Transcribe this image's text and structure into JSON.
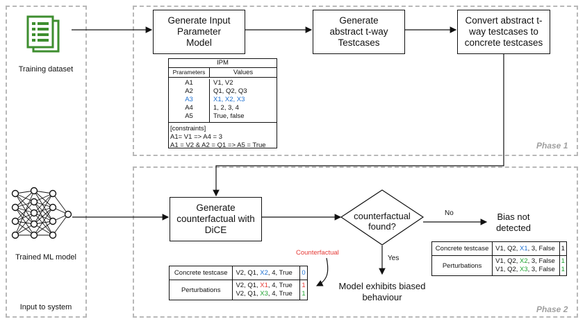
{
  "input": {
    "training_label": "Training dataset",
    "model_label": "Trained ML model",
    "system_label": "Input to system"
  },
  "phase1": {
    "label": "Phase 1",
    "step1": "Generate Input Parameter Model",
    "step2": "Generate abstract t-way Testcases",
    "step3": "Convert abstract t-way testcases to concrete testcases",
    "ipm": {
      "title": "IPM",
      "col_params": "Prarameters",
      "col_values": "Values",
      "rows": [
        {
          "param": "A1",
          "values": "V1, V2"
        },
        {
          "param": "A2",
          "values": "Q1, Q2, Q3"
        },
        {
          "param": "A3",
          "values": "X1, X2, X3"
        },
        {
          "param": "A4",
          "values": "1, 2, 3, 4"
        },
        {
          "param": "A5",
          "values": "True, false"
        }
      ],
      "constraints_title": "[constraints]",
      "constraint1": "A1= V1 => A4 = 3",
      "constraint2": "A1 = V2 & A2 = Q1 => A5 = True"
    }
  },
  "phase2": {
    "label": "Phase 2",
    "generate": "Generate counterfactual with DiCE",
    "decision": "counterfactual found?",
    "no_label": "No",
    "yes_label": "Yes",
    "bias_not": "Bias not detected",
    "biased": "Model exhibits biased behaviour",
    "counterfactual_tag": "Counterfactual",
    "table_left": {
      "concrete_label": "Concrete testcase",
      "concrete": {
        "a": "V2, Q1, ",
        "x": "X2",
        "b": ", 4, True",
        "out": "0"
      },
      "perturb_label": "Perturbations",
      "p1": {
        "a": "V2, Q1, ",
        "x": "X1",
        "b": ", 4, True",
        "out": "1"
      },
      "p2": {
        "a": "V2, Q1, ",
        "x": "X3",
        "b": ", 4, True",
        "out": "1"
      }
    },
    "table_right": {
      "concrete_label": "Concrete testcase",
      "concrete": {
        "a": "V1, Q2, ",
        "x": "X1",
        "b": ", 3, False",
        "out": "1"
      },
      "perturb_label": "Perturbations",
      "p1": {
        "a": "V1, Q2, ",
        "x": "X2",
        "b": ", 3, False",
        "out": "1"
      },
      "p2": {
        "a": "V1, Q2, ",
        "x": "X3",
        "b": ", 3, False",
        "out": "1"
      }
    }
  },
  "colors": {
    "accent_blue": "#1c6fd1",
    "accent_red": "#e53935",
    "accent_green": "#1fa331",
    "icon_green": "#3e8e2f",
    "dash_gray": "#b8b8b8"
  }
}
